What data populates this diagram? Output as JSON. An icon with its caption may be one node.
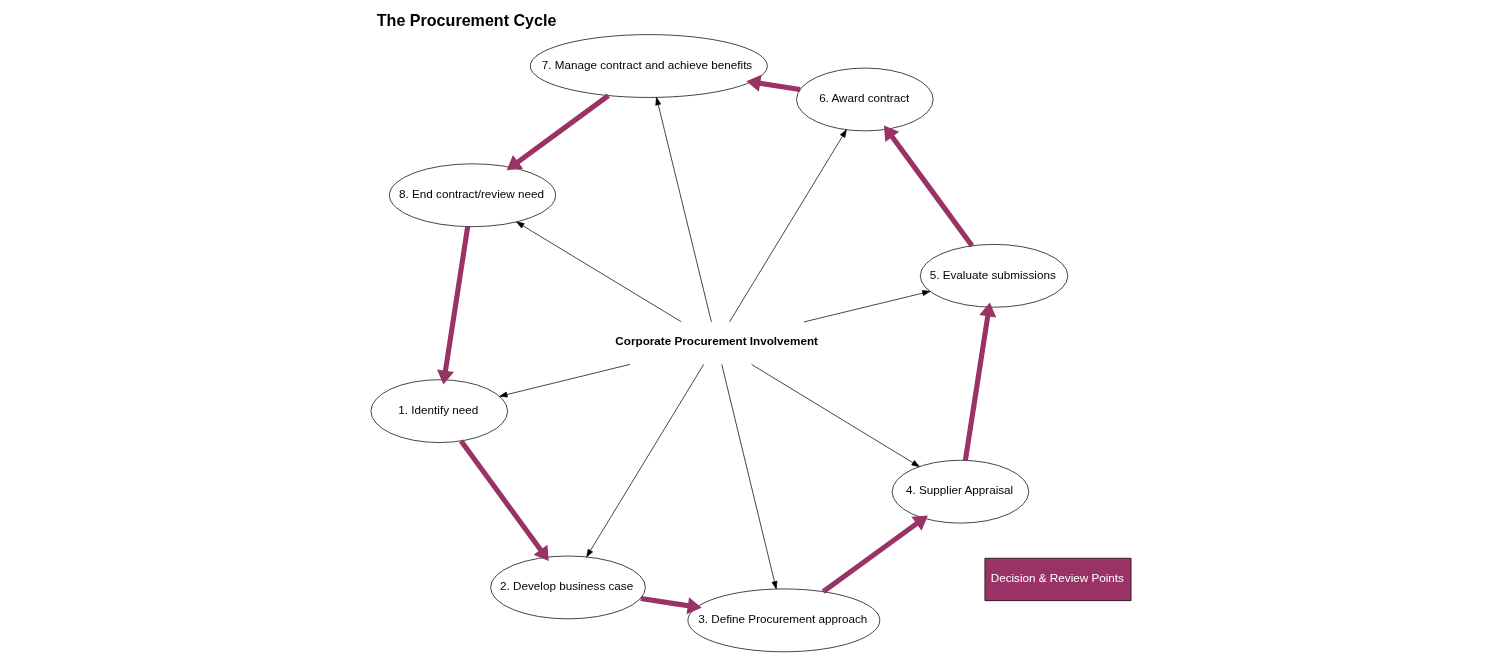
{
  "diagram": {
    "title": "The Procurement Cycle",
    "nodes": [
      {
        "text": [
          "8. End contract/review need"
        ]
      },
      {
        "text": [
          "1. Identify need"
        ]
      },
      {
        "text": [
          "2. Develop business case"
        ]
      },
      {
        "text": [
          "7. Manage contract and achieve benefits"
        ]
      },
      {
        "text": [
          "Corporate Procurement Involvement"
        ]
      },
      {
        "text": [
          "3. Define Procurement approach"
        ]
      },
      {
        "text": [
          "6. Award contract"
        ]
      },
      {
        "text": [
          "5. Evaluate submissions"
        ]
      },
      {
        "text": [
          "4. Supplier Appraisal"
        ]
      }
    ],
    "edges": [
      {
        "from": 4,
        "to": 1,
        "arrow": "to"
      },
      {
        "from": 4,
        "to": 2,
        "arrow": "to"
      },
      {
        "from": 4,
        "to": 5,
        "arrow": "to"
      },
      {
        "from": 4,
        "to": 8,
        "arrow": "to"
      },
      {
        "from": 4,
        "to": 7,
        "arrow": "to"
      },
      {
        "from": 4,
        "to": 6,
        "arrow": "to"
      },
      {
        "from": 4,
        "to": 3,
        "arrow": "to"
      },
      {
        "from": 4,
        "to": 0,
        "arrow": "to"
      },
      {
        "from": 0,
        "to": 1,
        "arrow": "to",
        "style": "thick",
        "color": "#993366"
      },
      {
        "from": 1,
        "to": 2,
        "arrow": "to",
        "style": "thick",
        "color": "#993366"
      },
      {
        "from": 2,
        "to": 5,
        "arrow": "to",
        "style": "thick",
        "color": "#993366"
      },
      {
        "from": 5,
        "to": 8,
        "arrow": "to",
        "style": "thick",
        "color": "#993366"
      },
      {
        "from": 8,
        "to": 7,
        "arrow": "to",
        "style": "thick",
        "color": "#993366"
      },
      {
        "from": 7,
        "to": 6,
        "arrow": "to",
        "style": "thick",
        "color": "#993366"
      },
      {
        "from": 6,
        "to": 3,
        "arrow": "to",
        "style": "thick",
        "color": "#993366"
      },
      {
        "from": 3,
        "to": 0,
        "arrow": "to",
        "style": "thick",
        "color": "#993366"
      }
    ],
    "legend": [
      {
        "text": "Decision & Review Points",
        "color": "#993366"
      }
    ]
  }
}
